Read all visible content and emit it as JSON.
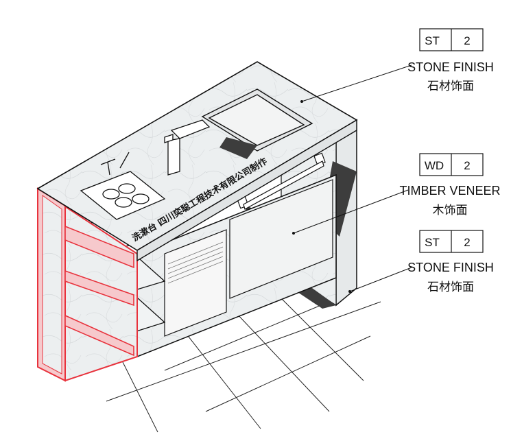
{
  "engraving": "洗漱台 四川奕聪工程技术有限公司制作",
  "callouts": [
    {
      "code": "ST",
      "number": "2",
      "name_en": "STONE FINISH",
      "name_zh": "石材饰面"
    },
    {
      "code": "WD",
      "number": "2",
      "name_en": "TIMBER VENEER",
      "name_zh": "木饰面"
    },
    {
      "code": "ST",
      "number": "2",
      "name_en": "STONE FINISH",
      "name_zh": "石材饰面"
    }
  ],
  "colors": {
    "line": "#111111",
    "highlight": "#e8323c",
    "highlight_fill": "#f6c9cc",
    "stone": "#eef0f1",
    "shadow": "#3d3d3d"
  }
}
